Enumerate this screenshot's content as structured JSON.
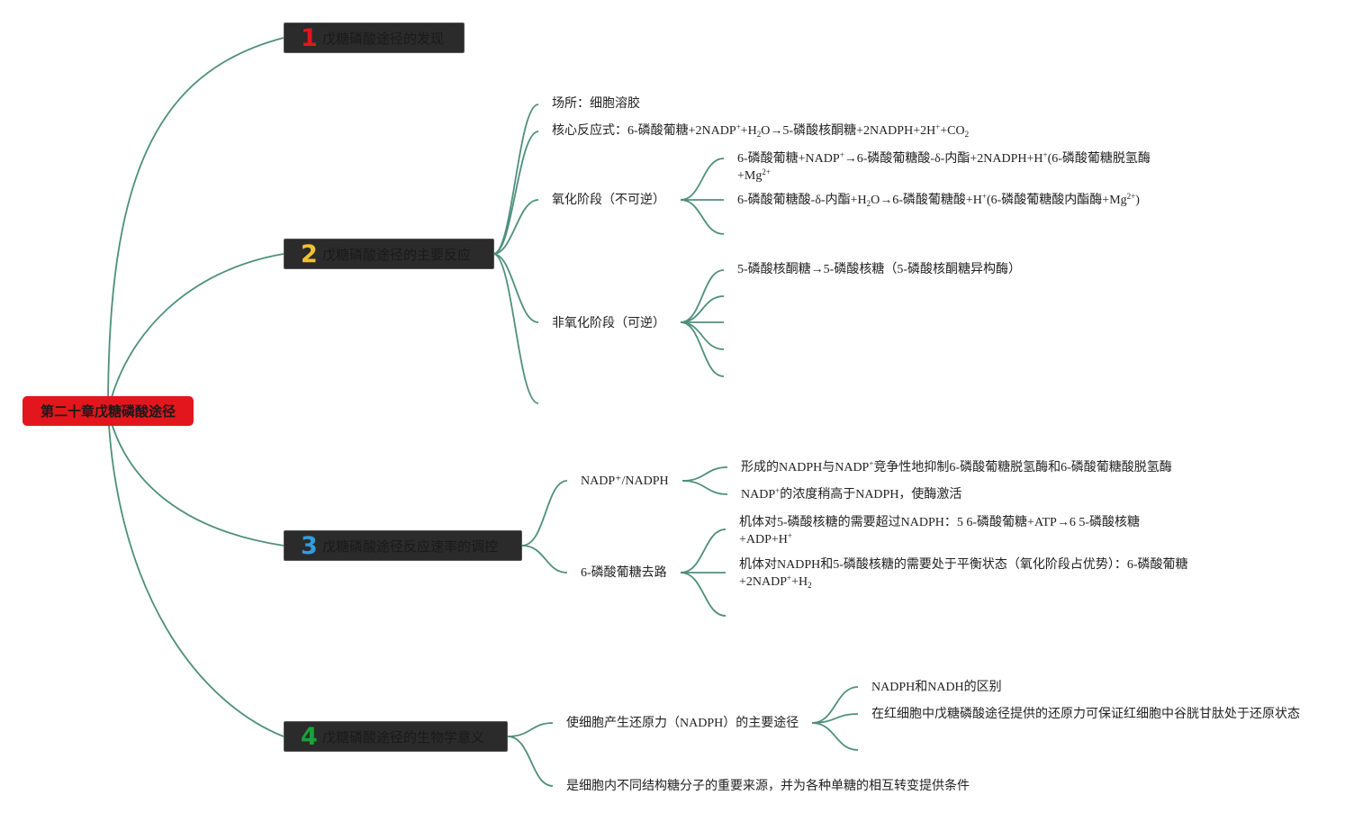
{
  "root": {
    "label": "第二十章戊糖磷酸途径"
  },
  "branches": [
    {
      "number": "1",
      "label": "戊糖磷酸途径的发现",
      "number_color": "#e3161d"
    },
    {
      "number": "2",
      "label": "戊糖磷酸途径的主要反应",
      "number_color": "#f2c12e"
    },
    {
      "number": "3",
      "label": "戊糖磷酸途径反应速率的调控",
      "number_color": "#2f9de0"
    },
    {
      "number": "4",
      "label": "戊糖磷酸途径的生物学意义",
      "number_color": "#18a23a"
    }
  ],
  "reactions": {
    "site": "场所：细胞溶胶",
    "core": {
      "a": "核心反应式：6-磷酸葡糖+2NADP",
      "b": "+H",
      "c": "O",
      "d": "→",
      "e": "5-磷酸核酮糖+2NADPH+2H",
      "f": "+CO",
      "g": "2",
      "sup": "+",
      "sub": "2"
    },
    "oxidative": {
      "label": "氧化阶段（不可逆）",
      "step1": {
        "a": "6-磷酸葡糖+NADP",
        "b": "→",
        "c": "6-磷酸葡糖酸-δ-内酯+2NADPH+H",
        "d": "(6-磷酸葡糖脱氢酶+Mg",
        "e": "2+",
        "sup": "+"
      },
      "step2": {
        "a": "6-磷酸葡糖酸-δ-内酯+H",
        "b": "2",
        "c": "O",
        "d": "→",
        "e": "6-磷酸葡糖酸+H",
        "f": "+",
        "g": "(6-磷酸葡糖酸内酯酶+Mg",
        "h": "2+",
        "i": ")"
      }
    },
    "nonoxidative": {
      "label": "非氧化阶段（可逆）",
      "step1": {
        "a": "5-磷酸核酮糖",
        "b": "→",
        "c": "5-磷酸核糖（5-磷酸核酮糖异构酶）"
      }
    }
  },
  "regulation": {
    "nadp": {
      "label": "NADP⁺/NADPH",
      "item1": {
        "a": "形成的NADPH与NADP",
        "sup": "+",
        "b": "竞争性地抑制6-磷酸葡糖脱氢酶和6-磷酸葡糖酸脱氢酶"
      },
      "item2": {
        "a": "NADP",
        "sup": "+",
        "b": "的浓度稍高于NADPH，使酶激活"
      }
    },
    "fate": {
      "label": "6-磷酸葡糖去路",
      "item1": {
        "a": "机体对5-磷酸核糖的需要超过NADPH：5 6-磷酸葡糖+ATP",
        "arrow": "→",
        "b": "6 5-磷酸核糖+ADP+H",
        "sup": "+"
      },
      "item2": {
        "a": "机体对NADPH和5-磷酸核糖的需要处于平衡状态（氧化阶段占优势）：6-磷酸葡糖+2NADP",
        "sup": "+",
        "b": "+H",
        "sub": "2"
      }
    }
  },
  "significance": {
    "nadph": {
      "label": "使细胞产生还原力（NADPH）的主要途径",
      "item1": "NADPH和NADH的区别",
      "item2": "在红细胞中戊糖磷酸途径提供的还原力可保证红细胞中谷胱甘肽处于还原状态"
    },
    "sugars": "是细胞内不同结构糖分子的重要来源，并为各种单糖的相互转变提供条件"
  },
  "colors": {
    "link": "#4f8f7c",
    "root_bg": "#e3161d",
    "branch_bg": "#2b2b2b"
  }
}
